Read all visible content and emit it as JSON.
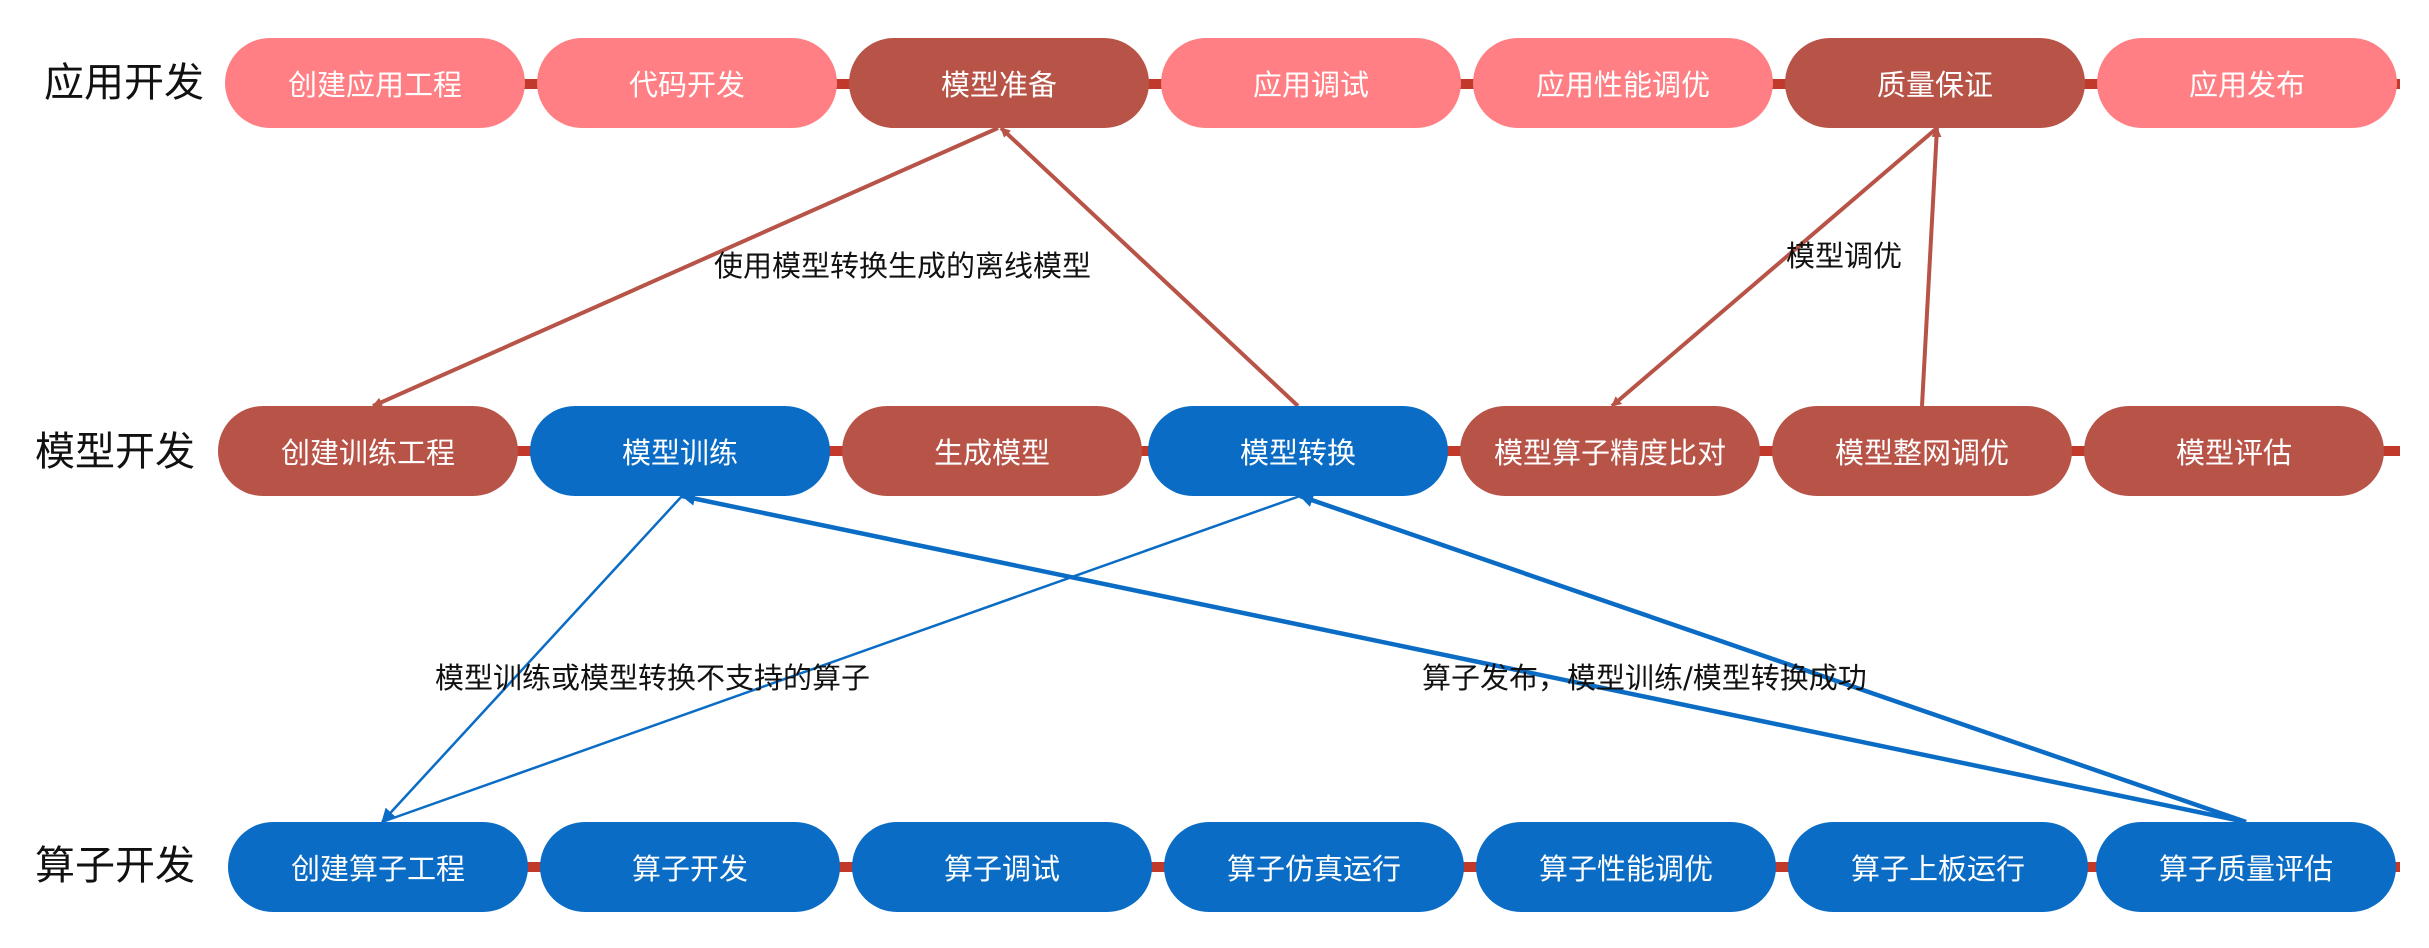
{
  "colors": {
    "pink": "#ff7f84",
    "brown": "#b85347",
    "blue": "#0a6cc4",
    "connector_red": "#c0392b",
    "arrow_brown": "#b85347",
    "arrow_blue": "#0a6cc4"
  },
  "rows": [
    {
      "label": "应用开发",
      "stages": [
        {
          "text": "创建应用工程",
          "color": "pink"
        },
        {
          "text": "代码开发",
          "color": "pink"
        },
        {
          "text": "模型准备",
          "color": "brown"
        },
        {
          "text": "应用调试",
          "color": "pink"
        },
        {
          "text": "应用性能调优",
          "color": "pink"
        },
        {
          "text": "质量保证",
          "color": "brown"
        },
        {
          "text": "应用发布",
          "color": "pink"
        }
      ]
    },
    {
      "label": "模型开发",
      "stages": [
        {
          "text": "创建训练工程",
          "color": "brown"
        },
        {
          "text": "模型训练",
          "color": "blue"
        },
        {
          "text": "生成模型",
          "color": "brown"
        },
        {
          "text": "模型转换",
          "color": "blue"
        },
        {
          "text": "模型算子精度比对",
          "color": "brown"
        },
        {
          "text": "模型整网调优",
          "color": "brown"
        },
        {
          "text": "模型评估",
          "color": "brown"
        }
      ]
    },
    {
      "label": "算子开发",
      "stages": [
        {
          "text": "创建算子工程",
          "color": "blue"
        },
        {
          "text": "算子开发",
          "color": "blue"
        },
        {
          "text": "算子调试",
          "color": "blue"
        },
        {
          "text": "算子仿真运行",
          "color": "blue"
        },
        {
          "text": "算子性能调优",
          "color": "blue"
        },
        {
          "text": "算子上板运行",
          "color": "blue"
        },
        {
          "text": "算子质量评估",
          "color": "blue"
        }
      ]
    }
  ],
  "edge_labels": {
    "offline_model": "使用模型转换生成的离线模型",
    "model_tuning": "模型调优",
    "unsupported_ops": "模型训练或模型转换不支持的算子",
    "op_release": "算子发布，模型训练/模型转换成功"
  }
}
